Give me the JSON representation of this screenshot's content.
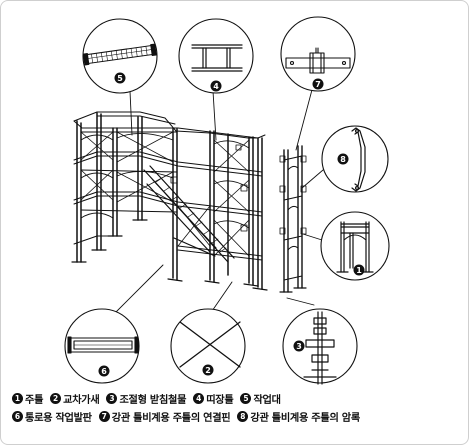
{
  "legend": {
    "items": [
      {
        "num": "1",
        "label": "주틀"
      },
      {
        "num": "2",
        "label": "교차가새"
      },
      {
        "num": "3",
        "label": "조절형 받침철물"
      },
      {
        "num": "4",
        "label": "띠장틀"
      },
      {
        "num": "5",
        "label": "작업대"
      },
      {
        "num": "6",
        "label": "통로용 작업발판"
      },
      {
        "num": "7",
        "label": "강관 틀비계용 주틀의 연결핀"
      },
      {
        "num": "8",
        "label": "강관 틀비계용 주틀의 암록"
      }
    ]
  },
  "callouts": [
    "5",
    "4",
    "7",
    "8",
    "1",
    "6",
    "2",
    "3"
  ],
  "colors": {
    "line": "#111111",
    "background": "#ffffff",
    "frame": "#cfcfcf"
  }
}
